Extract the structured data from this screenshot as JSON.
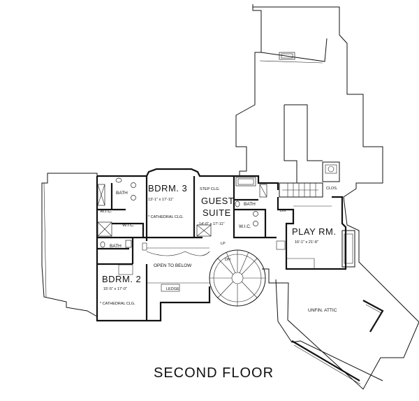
{
  "title": "SECOND FLOOR",
  "rooms": {
    "bdrm3": {
      "name": "BDRM. 3",
      "size": "13'-1\" x 17'-11\"",
      "note": "* CATHEDRAL CLG."
    },
    "guest": {
      "name1": "GUEST",
      "name2": "SUITE",
      "clg": "STEP CLG.",
      "size": "14'-0\" x 17'-11\""
    },
    "play": {
      "name": "PLAY RM.",
      "size": "16'-1\" x 21'-8\""
    },
    "bdrm2": {
      "name": "BDRM. 2",
      "size": "15'-5\" x 17'-0\"",
      "note": "* CATHEDRAL CLG."
    },
    "attic": {
      "name": "UNFIN. ATTIC"
    }
  },
  "labels": {
    "bath": "BATH",
    "wic": "W.I.C.",
    "open_below": "OPEN TO BELOW",
    "ledge": "LEDGE",
    "dn": "DN",
    "lp": "LP",
    "clos": "CLOS."
  }
}
